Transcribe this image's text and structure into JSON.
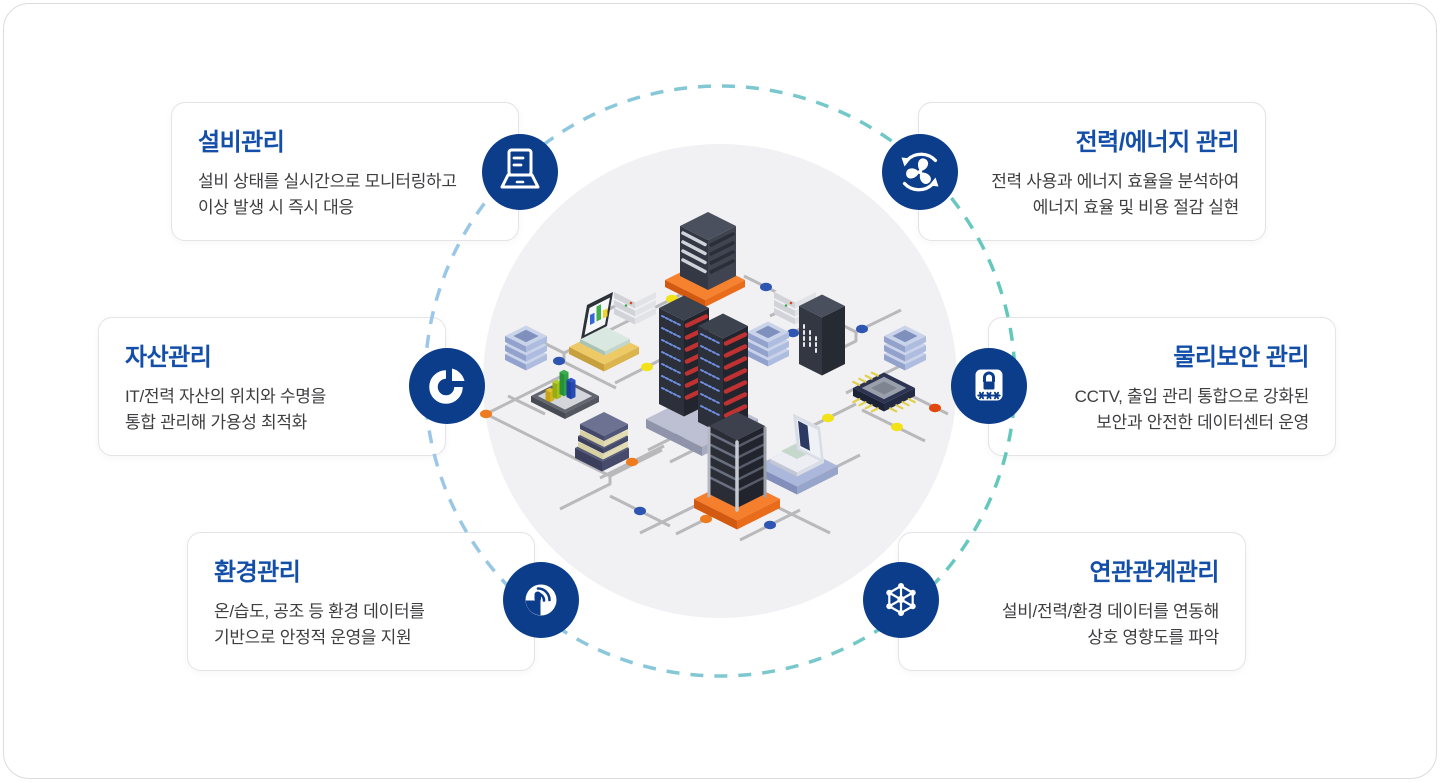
{
  "cards": [
    {
      "id": "facility",
      "title": "설비관리",
      "desc_line1": "설비 상태를 실시간으로 모니터링하고",
      "desc_line2": "이상 발생 시 즉시 대응",
      "icon": "monitor-icon"
    },
    {
      "id": "asset",
      "title": "자산관리",
      "desc_line1": "IT/전력 자산의 위치와 수명을",
      "desc_line2": "통합 관리해 가용성 최적화",
      "icon": "pie-chart-icon"
    },
    {
      "id": "environment",
      "title": "환경관리",
      "desc_line1": "온/습도, 공조 등 환경 데이터를",
      "desc_line2": "기반으로 안정적 운영을 지원",
      "icon": "sensor-wave-icon"
    },
    {
      "id": "power",
      "title": "전력/에너지 관리",
      "desc_line1": "전력 사용과 에너지 효율을 분석하여",
      "desc_line2": "에너지 효율 및 비용 절감 실현",
      "icon": "energy-cycle-icon"
    },
    {
      "id": "security",
      "title": "물리보안 관리",
      "desc_line1": "CCTV, 출입 관리 통합으로 강화된",
      "desc_line2": "보안과 안전한 데이터센터 운영",
      "icon": "password-lock-icon"
    },
    {
      "id": "relation",
      "title": "연관관계관리",
      "desc_line1": "설비/전력/환경 데이터를 연동해",
      "desc_line2": "상호 영향도를 파악",
      "icon": "network-graph-icon"
    }
  ],
  "colors": {
    "title_blue": "#134fa8",
    "desc_gray": "#3e3e40",
    "badge_navy": "#0c3d8b",
    "card_border": "#e3e3e8",
    "center_circle": "#f1f1f3",
    "dash_blue": "#9dc7e9",
    "dash_teal": "#62c8bb",
    "line_gray": "#b9b9bc"
  },
  "illustration_palette": {
    "yellow": "#f2e318",
    "blue": "#2f55b2",
    "orange": "#ef7b1f",
    "red": "#e2470f"
  }
}
